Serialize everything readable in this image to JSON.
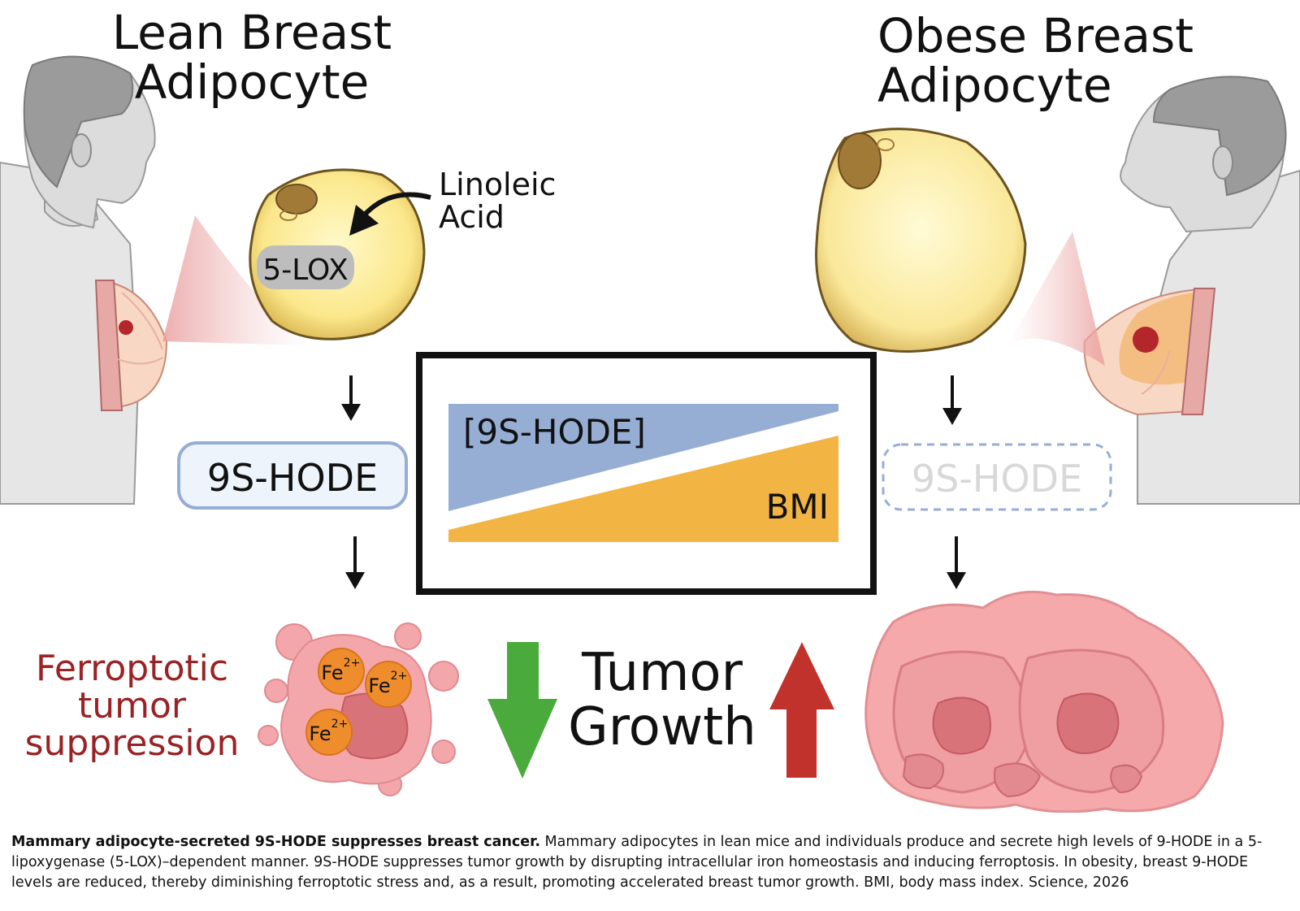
{
  "left_title": "Lean Breast\nAdipocyte",
  "right_title": "Obese Breast\nAdipocyte",
  "linoleic_label": "Linoleic\nAcid",
  "lox_label": "5-LOX",
  "hode_left": "9S-HODE",
  "hode_right": "9S-HODE",
  "gradient_top": "[9S-HODE]",
  "gradient_bottom": "BMI",
  "ferroptotic": "Ferroptotic\ntumor\nsuppression",
  "fe_labels": [
    "Fe",
    "Fe",
    "Fe"
  ],
  "fe_charge": "2+",
  "tumor_growth": "Tumor\nGrowth",
  "caption_bold": "Mammary adipocyte-secreted 9S-HODE suppresses breast cancer.",
  "caption_text": " Mammary adipocytes in lean mice and individuals produce and secrete high levels of 9-HODE in a 5-lipoxygenase (5-LOX)–dependent manner. 9S-HODE suppresses tumor growth by disrupting intracellular iron homeostasis and inducing ferroptosis. In obesity, breast 9-HODE levels are reduced, thereby diminishing ferroptotic stress and, as a result, promoting accelerated breast tumor growth. BMI, body mass index. Science, 2026",
  "colors": {
    "hode_blue": "#97aed4",
    "bmi_orange": "#f2b443",
    "down_green": "#4aaa3c",
    "up_red": "#c2322c",
    "ferro_text": "#9a2224"
  }
}
